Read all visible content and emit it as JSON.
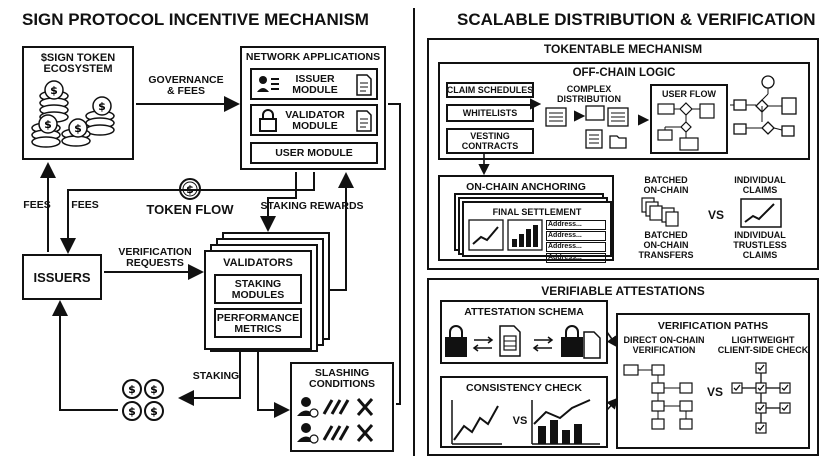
{
  "left": {
    "title": "SIGN PROTOCOL INCENTIVE MECHANISM",
    "ecosystem": "$SIGN TOKEN\nECOSYSTEM",
    "governance": "GOVERNANCE\n& FEES",
    "network_apps": "NETWORK APPLICATIONS",
    "issuer_module": "ISSUER\nMODULE",
    "validator_module": "VALIDATOR\nMODULE",
    "user_module": "USER MODULE",
    "fees_left": "FEES",
    "fees_right": "FEES",
    "token_flow": "TOKEN FLOW",
    "staking_rewards": "STAKING REWARDS",
    "issuers": "ISSUERS",
    "verification_requests": "VERIFICATION\nREQUESTS",
    "validators": "VALIDATORS",
    "staking_modules": "STAKING\nMODULES",
    "performance_metrics": "PERFORMANCE\nMETRICS",
    "staking": "STAKING",
    "slashing": "SLASHING\nCONDITIONS"
  },
  "right": {
    "title": "SCALABLE DISTRIBUTION & VERIFICATION",
    "tokentable": "TOKENTABLE MECHANISM",
    "offchain": "OFF-CHAIN LOGIC",
    "claim_schedules": "CLAIM SCHEDULES",
    "whitelists": "WHITELISTS",
    "vesting": "VESTING\nCONTRACTS",
    "complex_distribution": "COMPLEX\nDISTRIBUTION",
    "user_flow": "USER FLOW",
    "onchain_anchoring": "ON-CHAIN ANCHORING",
    "final_settlement": "FINAL SETTLEMENT",
    "address_rows": [
      "Address...",
      "Address...",
      "Address...",
      "Address..."
    ],
    "batched_onchain": "BATCHED\nON-CHAIN",
    "batched_transfers": "BATCHED\nON-CHAIN\nTRANSFERS",
    "vs1": "VS",
    "individual_claims": "INDIVIDUAL\nCLAIMS",
    "individual_trustless": "INDIVIDUAL\nTRUSTLESS\nCLAIMS",
    "verifiable_attestations": "VERIFIABLE ATTESTATIONS",
    "attestation_schema": "ATTESTATION SCHEMA",
    "consistency_check": "CONSISTENCY CHECK",
    "vs2": "VS",
    "verification_paths": "VERIFICATION PATHS",
    "direct_onchain": "DIRECT ON-CHAIN\nVERIFICATION",
    "lightweight": "LIGHTWEIGHT\nCLIENT-SIDE CHECK",
    "vs3": "VS"
  }
}
